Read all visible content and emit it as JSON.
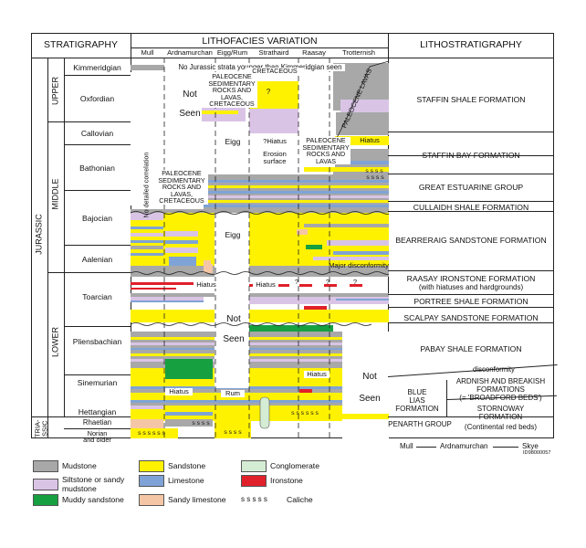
{
  "headers": {
    "stratigraphy": "STRATIGRAPHY",
    "lithofacies": "LITHOFACIES VARIATION",
    "lithostratigraphy": "LITHOSTRATIGRAPHY"
  },
  "localities": [
    "Mull",
    "Ardnamurchan",
    "Eigg/Rum",
    "Strathaird",
    "Raasay",
    "Trotternish"
  ],
  "system": [
    "JURASSIC",
    "TRIA-\nSSIC"
  ],
  "series": [
    "UPPER",
    "MIDDLE",
    "LOWER"
  ],
  "stages": [
    "Kimmeridgian",
    "Oxfordian",
    "Callovian",
    "Bathonian",
    "Bajocian",
    "Aalenian",
    "Toarcian",
    "Pliensbachian",
    "Sinemurian",
    "Hettangian",
    "Rhaetian",
    "Norian\nand older"
  ],
  "annotations": {
    "no_strata": "No Jurassic strata younger than Kimmeridgian seen",
    "not_seen": "Not",
    "seen": "Seen",
    "paleo_mull": "PALEOCENE SEDIMENTARY ROCKS AND LAVAS, CRETACEOUS",
    "paleo_eigg": "PALEOCENE SEDIMENTARY ROCKS AND LAVAS, CRETACEOUS",
    "cretaceous": "CRETACEOUS",
    "paleo_raasay": "PALEOCENE SEDIMENTARY ROCKS AND LAVAS",
    "paleocene_lavas": "PALEOCENE LAVAS",
    "no_detailed": "No detailed correlation",
    "eigg": "Eigg",
    "hiatus": "Hiatus",
    "q_hiatus": "?Hiatus",
    "erosion": "Erosion surface",
    "rum": "Rum",
    "major_disconformity": "Major disconformity",
    "disconformity": "disconformity",
    "question": "?",
    "caliche_sss": "s s s s s s",
    "ssss": "s s s s"
  },
  "formations": [
    "STAFFIN SHALE FORMATION",
    "STAFFIN BAY FORMATION",
    "GREAT ESTUARINE GROUP",
    "CULLAIDH SHALE FORMATION",
    "BEARRERAIG SANDSTONE FORMATION",
    "RAASAY IRONSTONE FORMATION",
    "(with hiatuses and hardgrounds)",
    "PORTREE SHALE FORMATION",
    "SCALPAY SANDSTONE FORMATION",
    "PABAY SHALE FORMATION",
    "ARDNISH AND BREAKISH",
    "FORMATIONS",
    "(= 'BROADFORD BEDS')",
    "BLUE",
    "LIAS",
    "FORMATION",
    "STORNOWAY",
    "FORMATION",
    "(Continental red beds)",
    "PENARTH GROUP"
  ],
  "bottom_axis": {
    "mull": "Mull",
    "ardnamurchan": "Ardnamurchan",
    "skye": "Skye"
  },
  "figure_id": "ID98000057",
  "legend": [
    {
      "label": "Mudstone",
      "color": "#a8a8a8"
    },
    {
      "label": "Sandstone",
      "color": "#fff200"
    },
    {
      "label": "Conglomerate",
      "color": "#d4ecd4"
    },
    {
      "label": "Siltstone or sandy mudstone",
      "color": "#d9c4e6"
    },
    {
      "label": "Limestone",
      "color": "#7fa3d6"
    },
    {
      "label": "Ironstone",
      "color": "#e0202a"
    },
    {
      "label": "Muddy sandstone",
      "color": "#16a040"
    },
    {
      "label": "Sandy limestone",
      "color": "#f5c6a6"
    },
    {
      "label": "Caliche",
      "symbol": "s s s s s"
    }
  ]
}
